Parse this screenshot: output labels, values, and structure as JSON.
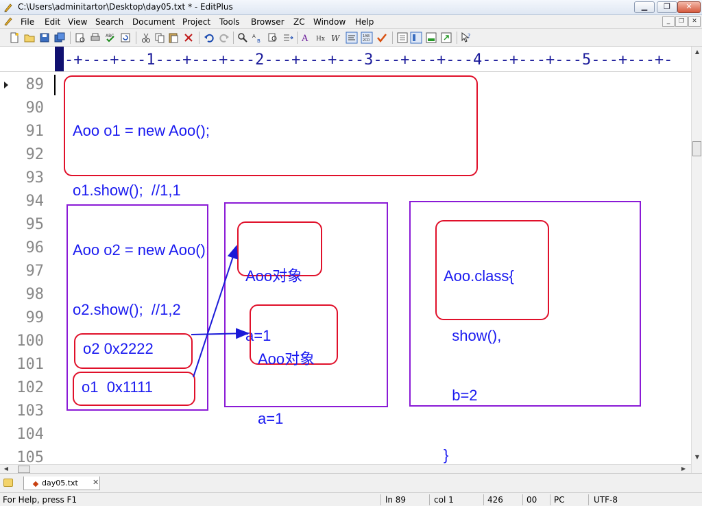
{
  "window": {
    "title": "C:\\Users\\adminitartor\\Desktop\\day05.txt * - EditPlus",
    "buttons": {
      "minimize": "▁",
      "maximize": "❐",
      "close": "✕"
    }
  },
  "menu": {
    "items": [
      "File",
      "Edit",
      "View",
      "Search",
      "Document",
      "Project",
      "Tools",
      "Browser",
      "ZC",
      "Window",
      "Help"
    ],
    "mdi_buttons": [
      "_",
      "❐",
      "✕"
    ]
  },
  "ruler": {
    "text": "-+---+---1---+---+---2---+---+---3---+---+---4---+---+---5---+---+-"
  },
  "editor": {
    "line_numbers": [
      "89",
      "90",
      "91",
      "92",
      "93",
      "94",
      "95",
      "96",
      "97",
      "98",
      "99",
      "100",
      "101",
      "102",
      "103",
      "104",
      "105"
    ],
    "code_block": [
      "Aoo o1 = new Aoo();",
      "o1.show();  //1,1",
      "Aoo o2 = new Aoo();",
      "o2.show();  //1,2"
    ],
    "stack_refs": {
      "o2": "o2 0x2222",
      "o1": "o1  0x1111"
    },
    "heap_objects": [
      {
        "line1": "Aoo对象",
        "line2": "a=1"
      },
      {
        "line1": "Aoo对象",
        "line2": "a=1"
      }
    ],
    "method_area": [
      "Aoo.class{",
      "  show(),",
      "  b=2",
      "}"
    ],
    "colors": {
      "code": "#1a1af0",
      "box": "#e0102a",
      "region": "#8a1ad6",
      "arrow": "#1a1ad8"
    }
  },
  "tabs": [
    {
      "label": "day05.txt",
      "close": "✕"
    }
  ],
  "status": {
    "help": "For Help, press F1",
    "line": "ln 89",
    "col": "col 1",
    "count": "426",
    "code": "00",
    "format": "PC",
    "encoding": "UTF-8"
  }
}
